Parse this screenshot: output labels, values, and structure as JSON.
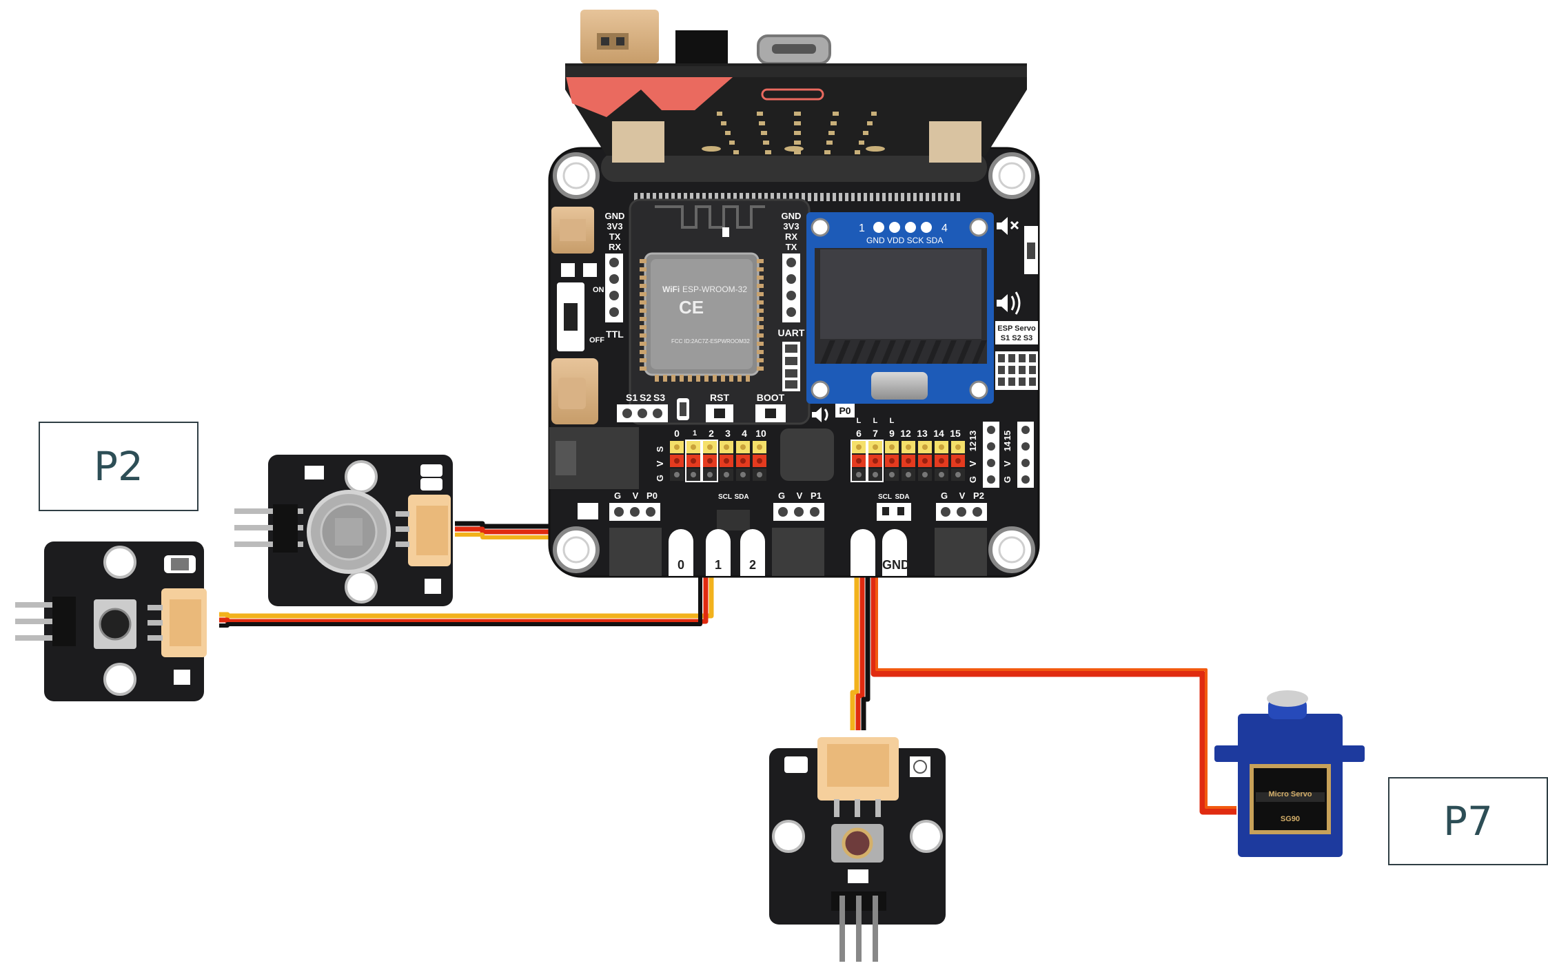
{
  "labels": {
    "p2": "P2",
    "p7": "P7"
  },
  "board": {
    "uart_left": [
      "GND",
      "3V3",
      "TX",
      "RX"
    ],
    "uart_right": [
      "GND",
      "3V3",
      "RX",
      "TX"
    ],
    "ttl": "TTL",
    "uart": "UART",
    "switch_on": "ON",
    "switch_off": "OFF",
    "module_name": "ESP-WROOM-32",
    "wifi": "WiFi",
    "ce": "CE",
    "fcc": "FCC ID:2AC7Z-ESPWROOM32",
    "servo_pins": [
      "S1",
      "S2",
      "S3"
    ],
    "rst": "RST",
    "boot": "BOOT",
    "p0_tag": "P0",
    "oled_pin_first": "1",
    "oled_pin_last": "4",
    "oled_pins": "GND VDD SCK SDA",
    "esp_servo": "ESP Servo",
    "esp_servo_pins": "S1  S2  S3",
    "header_left_numbers": [
      "0",
      "1",
      "2",
      "3",
      "4",
      "10"
    ],
    "header_right_numbers": [
      "6",
      "7",
      "9",
      "12",
      "13",
      "14",
      "15"
    ],
    "header_right_letters": [
      "L",
      "L",
      "L"
    ],
    "gvs": [
      "G",
      "V",
      "S"
    ],
    "side_numbers": [
      "13",
      "15",
      "12",
      "14"
    ],
    "scl": "SCL",
    "sda": "SDA",
    "gvp0": [
      "G",
      "V",
      "P0"
    ],
    "gvp1": [
      "G",
      "V",
      "P1"
    ],
    "gvp2": [
      "G",
      "V",
      "P2"
    ],
    "edge_labels": [
      "0",
      "1",
      "2",
      "GND"
    ]
  },
  "servo_label": {
    "line1": "Micro Servo",
    "line2": "SG90"
  },
  "colors": {
    "board": "#1c1c1e",
    "wire_black": "#111111",
    "wire_red": "#e02b10",
    "wire_yellow": "#f2b21c",
    "connector": "#f5cf9c",
    "servo_blue": "#1d3a9e",
    "label_text": "#2d4e56"
  }
}
